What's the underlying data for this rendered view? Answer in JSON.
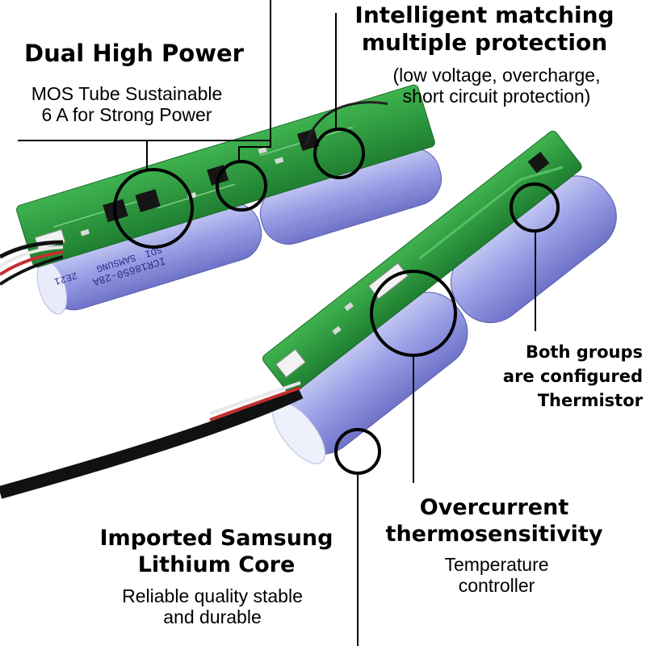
{
  "dual_power": {
    "title": "Dual High Power",
    "desc_line1": "MOS Tube Sustainable",
    "desc_line2": "6 A for Strong Power"
  },
  "protection": {
    "title_line1": "Intelligent matching",
    "title_line2": "multiple protection",
    "desc_line1": "(low voltage, overcharge,",
    "desc_line2": "short circuit protection)"
  },
  "thermistor": {
    "line1": "Both groups",
    "line2": "are configured",
    "line3": "Thermistor"
  },
  "overcurrent": {
    "title_line1": "Overcurrent",
    "title_line2": "thermosensitivity",
    "desc_line1": "Temperature",
    "desc_line2": "controller"
  },
  "samsung": {
    "title_line1": "Imported Samsung",
    "title_line2": "Lithium Core",
    "desc_line1": "Reliable quality stable",
    "desc_line2": "and durable"
  },
  "cell_print": {
    "model": "ICR18650-28A",
    "brand": "SAMSUNG",
    "code1": "SDI",
    "code2": "2E21"
  },
  "colors": {
    "pcb_green": "#2f9a3f",
    "cell_blue": "#8e93dc",
    "wire_black": "#111111"
  }
}
